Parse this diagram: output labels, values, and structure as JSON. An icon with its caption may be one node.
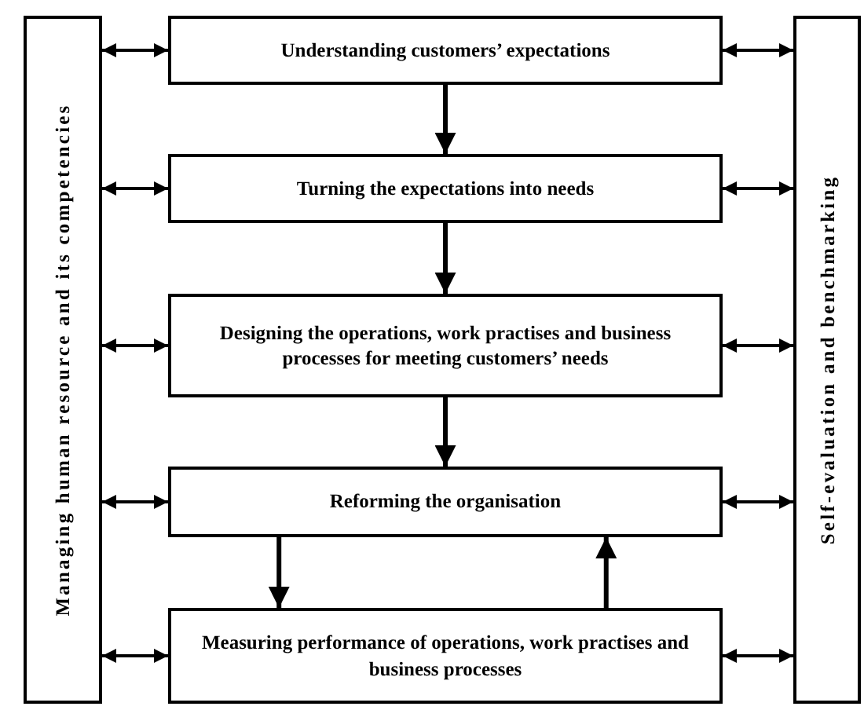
{
  "diagram": {
    "nodes": [
      {
        "text": [
          "Managing human resource and its competencies"
        ]
      },
      {
        "text": [
          "Understanding customers’ expectations"
        ]
      },
      {
        "text": [
          "Turning the expectations into needs"
        ]
      },
      {
        "text": [
          "Designing the operations, work practises and business processes for meeting customers’ needs"
        ]
      },
      {
        "text": [
          "Reforming the organisation"
        ]
      },
      {
        "text": [
          "Measuring performance of operations, work practises and business processes"
        ]
      },
      {
        "text": [
          "Self-evaluation and benchmarking"
        ]
      }
    ],
    "edges": [
      {
        "from": 1,
        "to": 2,
        "arrow": "to"
      },
      {
        "from": 2,
        "to": 3,
        "arrow": "to"
      },
      {
        "from": 3,
        "to": 4,
        "arrow": "to"
      },
      {
        "from": 4,
        "to": 5,
        "arrow": "to"
      },
      {
        "from": 5,
        "to": 4,
        "arrow": "to"
      },
      {
        "from": 0,
        "to": 1,
        "arrow": "both"
      },
      {
        "from": 0,
        "to": 2,
        "arrow": "both"
      },
      {
        "from": 0,
        "to": 3,
        "arrow": "both"
      },
      {
        "from": 0,
        "to": 4,
        "arrow": "both"
      },
      {
        "from": 0,
        "to": 5,
        "arrow": "both"
      },
      {
        "from": 1,
        "to": 6,
        "arrow": "both"
      },
      {
        "from": 2,
        "to": 6,
        "arrow": "both"
      },
      {
        "from": 3,
        "to": 6,
        "arrow": "both"
      },
      {
        "from": 4,
        "to": 6,
        "arrow": "both"
      },
      {
        "from": 5,
        "to": 6,
        "arrow": "both"
      }
    ]
  }
}
